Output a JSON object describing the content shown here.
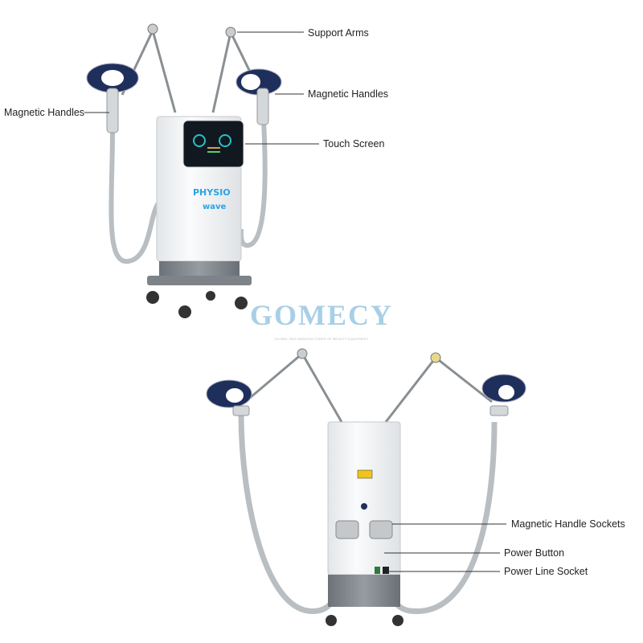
{
  "labels": {
    "support_arms": "Support Arms",
    "magnetic_handles_right": "Magnetic Handles",
    "magnetic_handles_left": "Magnetic Handles",
    "touch_screen": "Touch Screen",
    "magnetic_handle_sockets": "Magnetic Handle Sockets",
    "power_button": "Power Button",
    "power_line_socket": "Power Line Socket"
  },
  "watermark": {
    "logo": "GOMECY",
    "tagline": "GLOBAL R&D MANUFACTURER OF BEAUTY EQUIPMENT"
  },
  "device_branding": {
    "line1": "PHYSIO",
    "line2": "wave"
  },
  "colors": {
    "watermark": "#a8cfe6",
    "brand": "#2aa3e6",
    "body": "#f4f5f6",
    "base": "#7d8388",
    "handle": "#1f2f5c"
  }
}
